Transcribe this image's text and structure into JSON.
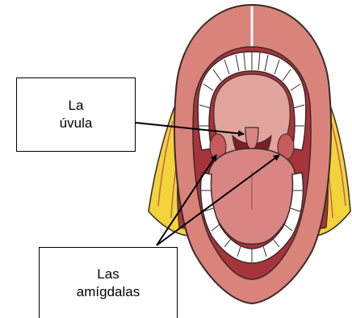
{
  "labels": {
    "uvula": [
      "La",
      "úvula"
    ],
    "amigdalas": [
      "Las",
      "amígdalas"
    ]
  },
  "colors": {
    "lip": "#d9837a",
    "lip_dark": "#c0625a",
    "mouth_interior": "#a8343b",
    "palate": "#e0a49c",
    "tongue": "#d98583",
    "teeth": "#ffffff",
    "gland": "#f2d33a",
    "outline": "#3a2a2a",
    "arrow": "#000000"
  }
}
